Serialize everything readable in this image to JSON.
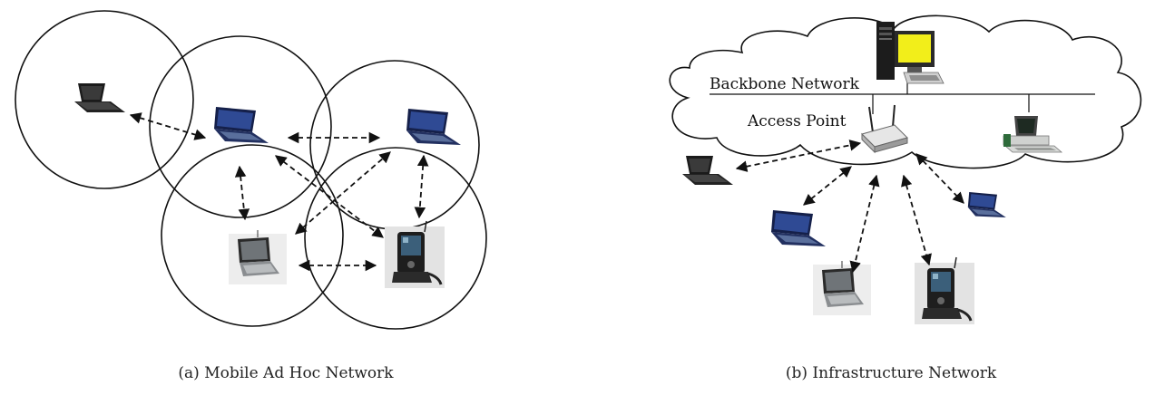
{
  "panels": [
    {
      "caption": "(a) Mobile Ad Hoc Network"
    },
    {
      "caption": "(b) Infrastructure Network"
    }
  ],
  "infrastructure": {
    "backbone_label": "Backbone Network",
    "access_point_label": "Access Point"
  },
  "colors": {
    "ink": "#111111",
    "laptop_screen": "#1f2f66",
    "laptop_body": "#2a3552",
    "monitor_screen": "#f2ee1a",
    "device_gray": "#cfd1cf"
  }
}
